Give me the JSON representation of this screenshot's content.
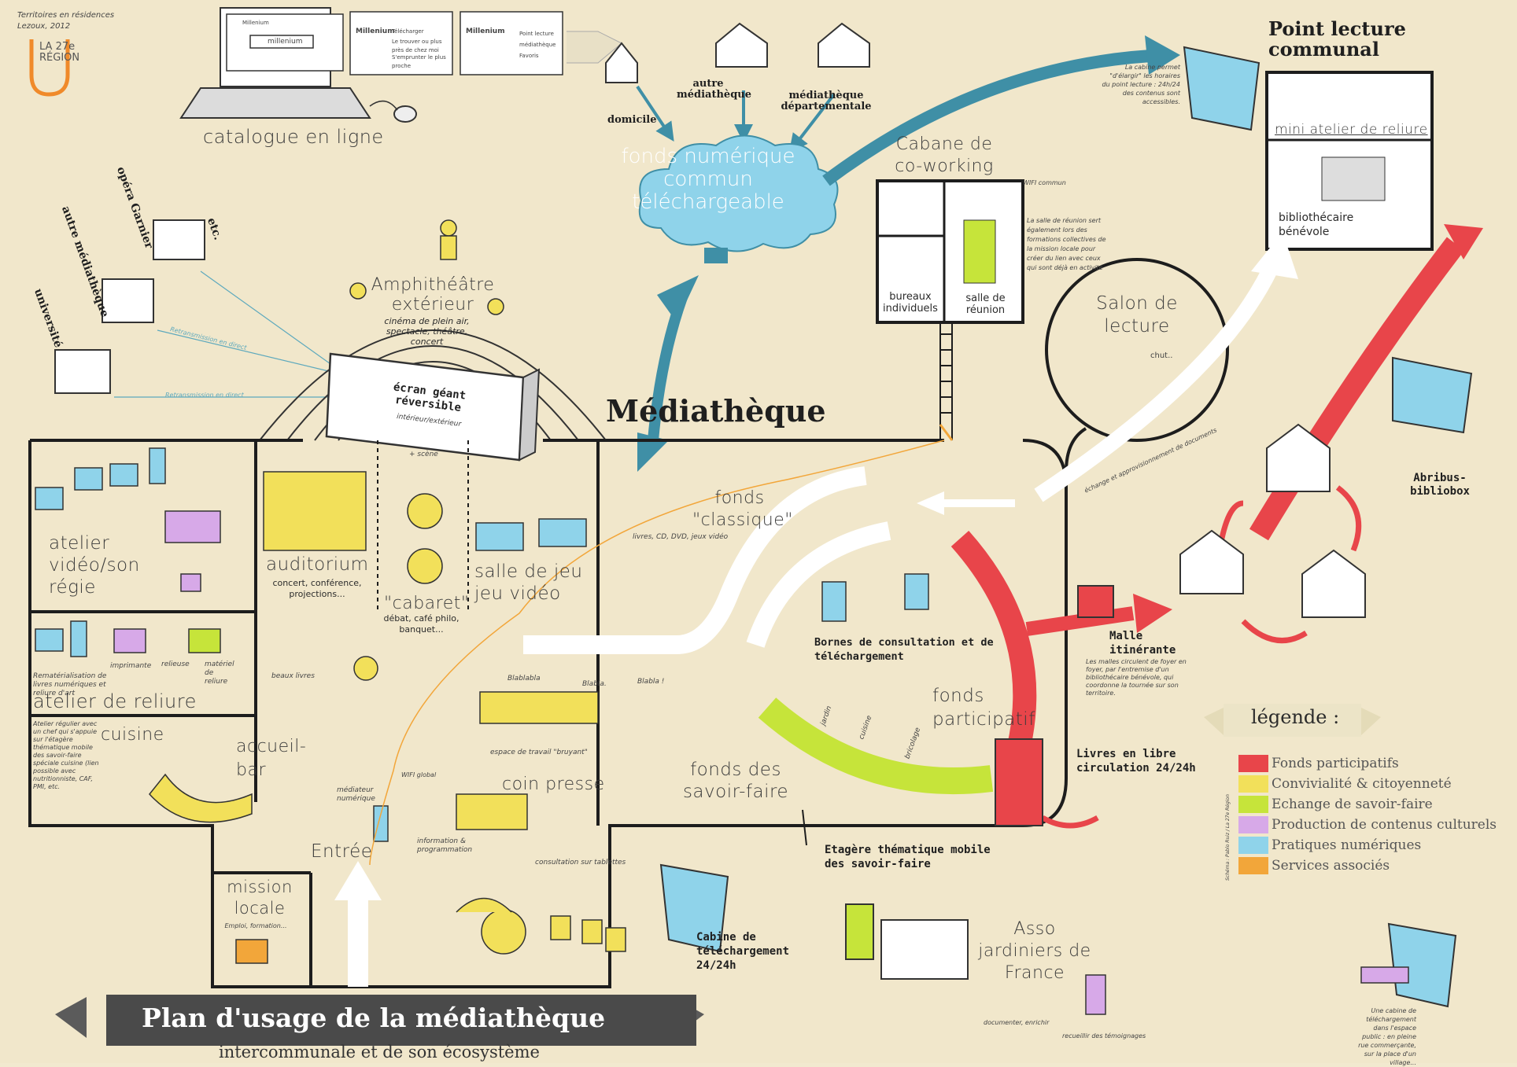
{
  "header": {
    "credit_line1": "Territoires en résidences",
    "credit_line2": "Lezoux, 2012",
    "logo_text_line1": "LA 27e",
    "logo_text_line2": "RÉGION"
  },
  "title": {
    "main": "Plan d'usage de la médiathèque",
    "sub": "intercommunale et de son écosystème"
  },
  "central_label": "Médiathèque",
  "catalogue": {
    "label": "catalogue en ligne",
    "search_value": "millenium",
    "window1_title": "Millenium",
    "window2_title": "Millenium",
    "window2_items": [
      "Télécharger",
      "Le trouver ou plus près de chez moi",
      "S'emprunter le plus proche"
    ],
    "window3_title": "Millenium",
    "window3_items": [
      "Point lecture",
      "médiathèque",
      "Favoris"
    ]
  },
  "cloud": {
    "label": "fonds numérique commun téléchargeable"
  },
  "cloud_sources": [
    "domicile",
    "autre médiathèque",
    "médiathèque départementale"
  ],
  "left_venues": [
    "opéra Garnier",
    "etc.",
    "autre médiathèque",
    "université"
  ],
  "retransmission_labels": [
    "Retransmission en direct",
    "Retransmission en direct"
  ],
  "amphi": {
    "title": "Amphithéâtre extérieur",
    "sub": "cinéma de plein air, spectacle, théâtre, concert",
    "screen_title": "écran géant réversible",
    "screen_sub": "intérieur/extérieur",
    "scene": "+ scène"
  },
  "rooms": {
    "atelier_video": "atelier vidéo/son régie",
    "auditorium": "auditorium",
    "auditorium_sub": "concert, conférence, projections...",
    "cabaret": "\"cabaret\"",
    "cabaret_sub": "débat, café philo, banquet...",
    "salle_jeu": "salle de jeu jeu vidéo",
    "atelier_reliure": "atelier de reliure",
    "reliure_small": [
      "imprimante",
      "relieuse",
      "matériel de reliure"
    ],
    "reliure_note": "Rematérialisation de livres numériques et reliure d'art",
    "beaux_livres": "beaux livres",
    "cuisine": "cuisine",
    "cuisine_note": "Atelier régulier avec un chef qui s'appuie sur l'étagère thématique mobile des savoir-faire spéciale cuisine (lien possible avec nutritionniste, CAF, PMI, etc.",
    "accueil_bar": "accueil-bar",
    "wifi_global": "WIFI global",
    "mediateur": "médiateur numérique",
    "information": "information & programmation",
    "espace_travail": "espace de travail \"bruyant\"",
    "blabla": [
      "Blablabla",
      "Blabla.",
      "Blabla !"
    ],
    "coin_presse": "coin presse",
    "consultation_tablettes": "consultation sur tablettes",
    "entree": "Entrée",
    "mission_locale": "mission locale",
    "mission_sub": "Emploi, formation...",
    "fonds_classique": "fonds \"classique\"",
    "fonds_classique_sub": "livres, CD, DVD, jeux vidéo",
    "bornes": "Bornes de consultation et de téléchargement",
    "fonds_participatif": "fonds participatif",
    "fonds_savoir_faire": "fonds des savoir-faire",
    "fonds_sf_labels": [
      "jardin",
      "cuisine",
      "bricolage"
    ]
  },
  "coworking": {
    "title": "Cabane de co-working",
    "wifi": "WIFI commun",
    "bureaux": "bureaux individuels",
    "salle": "salle de réunion",
    "note": "La salle de réunion sert également lors des formations collectives de la mission locale pour créer du lien avec ceux qui sont déjà en activité"
  },
  "salon": {
    "title": "Salon de lecture",
    "chut": "chut.."
  },
  "point_lecture": {
    "title": "Point lecture communal",
    "mini_atelier": "mini atelier de reliure",
    "benevole": "bibliothécaire bénévole",
    "cabine_note": "La cabine permet \"d'élargir\" les horaires du point lecture : 24h/24 des contenus sont accessibles."
  },
  "echange_label": "échange et approvisionnement de documents",
  "abribus": "Abribus-bibliobox",
  "malle": {
    "title": "Malle itinérante",
    "note": "Les malles circulent de foyer en foyer, par l'entremise d'un bibliothécaire bénévole, qui coordonne la tournée sur son territoire."
  },
  "livres_circulation": "Livres en libre circulation 24/24h",
  "etagere": "Etagère thématique mobile des savoir-faire",
  "cabine": "Cabine de téléchargement 24/24h",
  "asso": {
    "title": "Asso jardiniers de France",
    "documenter": "documenter, enrichir",
    "recueillir": "recueillir des témoignages"
  },
  "cabine_note_bottom": "Une cabine de téléchargement dans l'espace public : en pleine rue commerçante, sur la place d'un village...",
  "legend": {
    "title": "légende :",
    "items": [
      {
        "label": "Fonds participatifs",
        "color": "#e8454a"
      },
      {
        "label": "Convivialité & citoyenneté",
        "color": "#f2e05a"
      },
      {
        "label": "Echange de savoir-faire",
        "color": "#c6e43a"
      },
      {
        "label": "Production de contenus culturels",
        "color": "#d7a9e8"
      },
      {
        "label": "Pratiques numériques",
        "color": "#8fd3ea"
      },
      {
        "label": "Services associés",
        "color": "#f2a63a"
      }
    ],
    "side_note": "Schéma : Pablo Ruiz / La 27e Région"
  },
  "colors": {
    "background": "#f1e7cb",
    "arrow_blue": "#3f8fa6",
    "arrow_red": "#e8454a",
    "cloud": "#8fd3ea",
    "wall": "#1d1d1d"
  }
}
